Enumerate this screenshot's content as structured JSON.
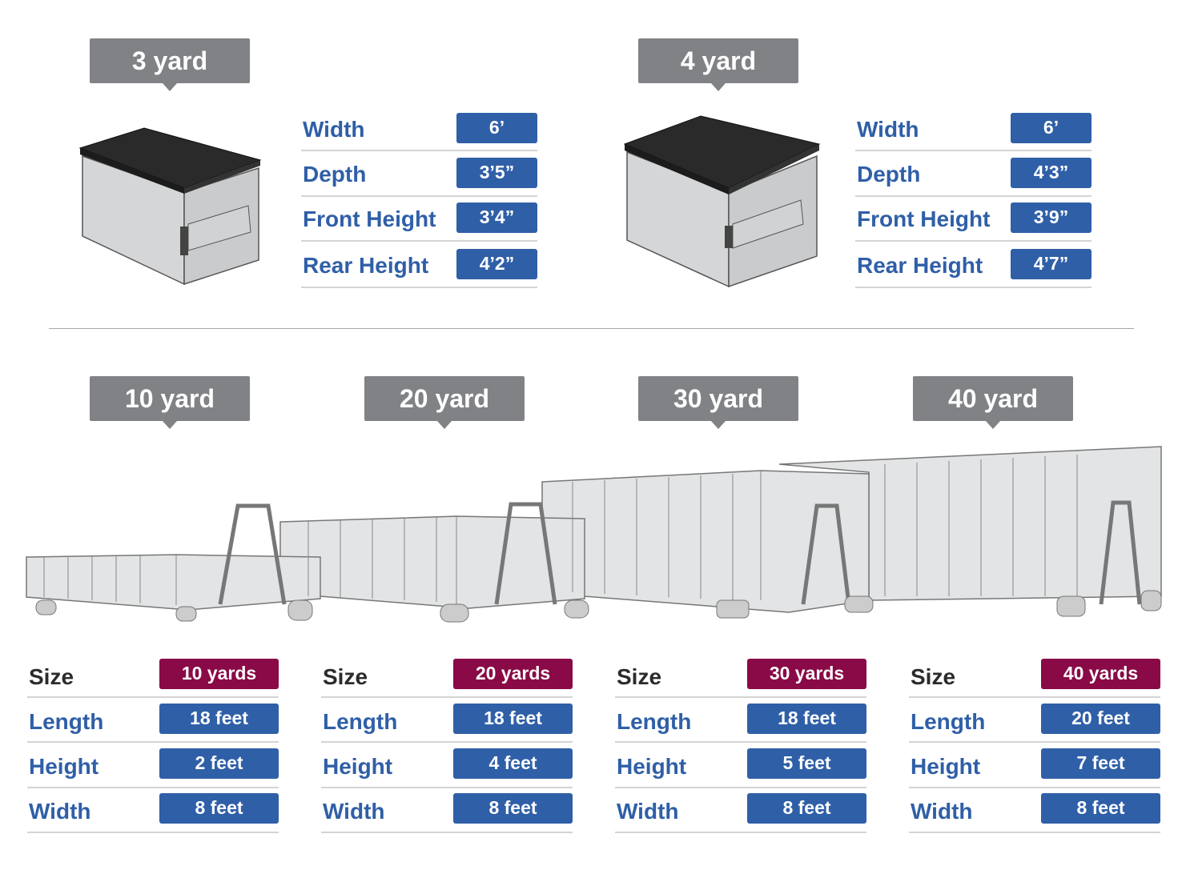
{
  "small": [
    {
      "title": "3 yard",
      "rows": [
        {
          "label": "Width",
          "value": "6’"
        },
        {
          "label": "Depth",
          "value": "3’5”"
        },
        {
          "label": "Front Height",
          "value": "3’4”"
        },
        {
          "label": "Rear Height",
          "value": "4’2”"
        }
      ]
    },
    {
      "title": "4 yard",
      "rows": [
        {
          "label": "Width",
          "value": "6’"
        },
        {
          "label": "Depth",
          "value": "4’3”"
        },
        {
          "label": "Front Height",
          "value": "3’9”"
        },
        {
          "label": "Rear Height",
          "value": "4’7”"
        }
      ]
    }
  ],
  "large": [
    {
      "title": "10 yard",
      "rows": [
        {
          "label": "Size",
          "value": "10 yards"
        },
        {
          "label": "Length",
          "value": "18 feet"
        },
        {
          "label": "Height",
          "value": "2 feet"
        },
        {
          "label": "Width",
          "value": "8 feet"
        }
      ]
    },
    {
      "title": "20 yard",
      "rows": [
        {
          "label": "Size",
          "value": "20 yards"
        },
        {
          "label": "Length",
          "value": "18 feet"
        },
        {
          "label": "Height",
          "value": "4 feet"
        },
        {
          "label": "Width",
          "value": "8 feet"
        }
      ]
    },
    {
      "title": "30 yard",
      "rows": [
        {
          "label": "Size",
          "value": "30 yards"
        },
        {
          "label": "Length",
          "value": "18 feet"
        },
        {
          "label": "Height",
          "value": "5 feet"
        },
        {
          "label": "Width",
          "value": "8 feet"
        }
      ]
    },
    {
      "title": "40 yard",
      "rows": [
        {
          "label": "Size",
          "value": "40 yards"
        },
        {
          "label": "Length",
          "value": "20 feet"
        },
        {
          "label": "Height",
          "value": "7 feet"
        },
        {
          "label": "Width",
          "value": "8 feet"
        }
      ]
    }
  ],
  "colors": {
    "blue": "#2f5fa7",
    "maroon": "#890a46",
    "tag": "#808285"
  }
}
